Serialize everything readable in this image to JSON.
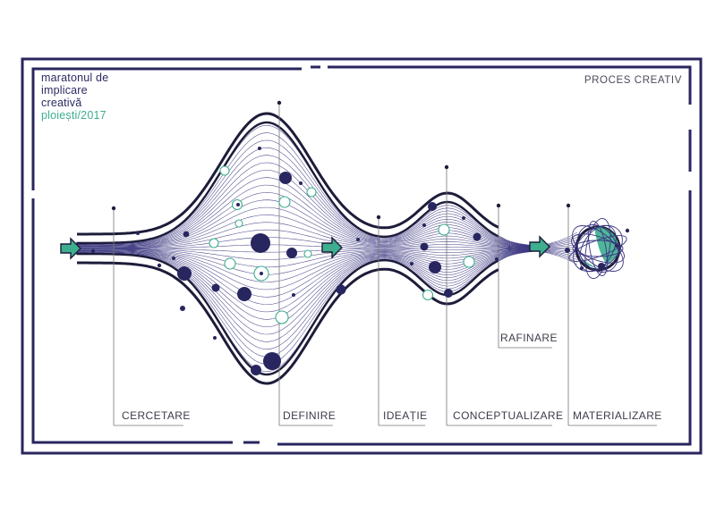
{
  "brand": {
    "line1": "maratonul de",
    "line2": "implicare",
    "line3": "creativă",
    "line4": "ploiești/2017"
  },
  "process_title": "PROCES CREATIV",
  "stages": [
    {
      "key": "cercetare",
      "label": "CERCETARE"
    },
    {
      "key": "definire",
      "label": "DEFINIRE"
    },
    {
      "key": "ideatie",
      "label": "IDEAȚIE"
    },
    {
      "key": "conceptualizare",
      "label": "CONCEPTUALIZARE"
    },
    {
      "key": "rafinare",
      "label": "RAFINARE"
    },
    {
      "key": "materializare",
      "label": "MATERIALIZARE"
    }
  ],
  "colors": {
    "navy": "#28265e",
    "teal": "#3dae8e",
    "line": "#3a3580",
    "text": "#3c3c4a"
  }
}
